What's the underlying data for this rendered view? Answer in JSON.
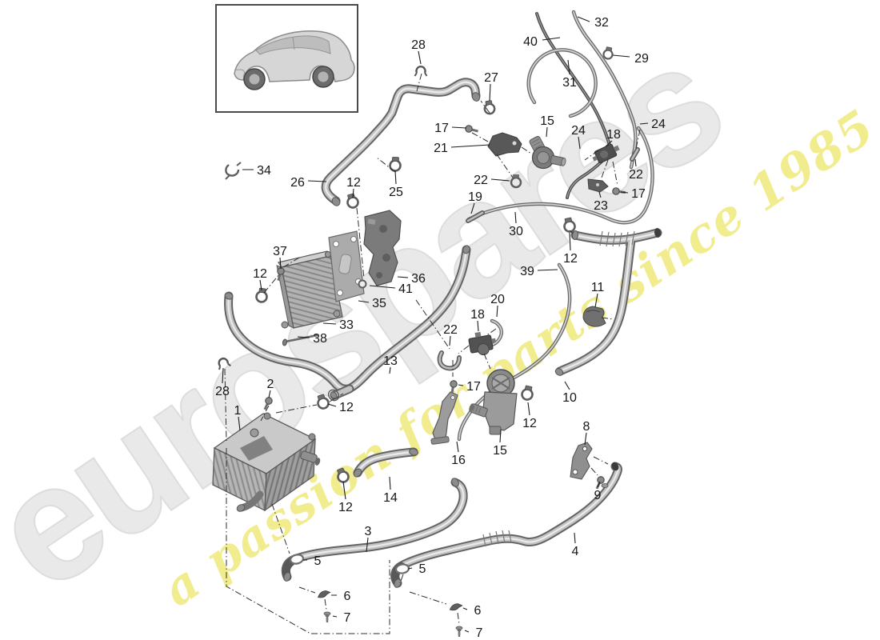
{
  "watermark": {
    "brand": "eurospares",
    "tagline": "a passion for parts since 1985",
    "brand_color": "#e9e9e9",
    "brand_stroke": "#dddddd",
    "tagline_color": "#f1ec8e"
  },
  "colors": {
    "background": "#ffffff",
    "line_art": "#1c1c1c",
    "hose_fill": "#c3c3c3",
    "hose_outline": "#646464"
  },
  "parts": {
    "n1": "1",
    "n2": "2",
    "n3": "3",
    "n4": "4",
    "n5": "5",
    "n6": "6",
    "n7": "7",
    "n8": "8",
    "n9": "9",
    "n10": "10",
    "n11": "11",
    "n12": "12",
    "n13": "13",
    "n14": "14",
    "n15": "15",
    "n16": "16",
    "n17": "17",
    "n18": "18",
    "n19": "19",
    "n20": "20",
    "n21": "21",
    "n22": "22",
    "n23": "23",
    "n24": "24",
    "n25": "25",
    "n26": "26",
    "n27": "27",
    "n28": "28",
    "n29": "29",
    "n30": "30",
    "n31": "31",
    "n32": "32",
    "n33": "33",
    "n34": "34",
    "n35": "35",
    "n36": "36",
    "n37": "37",
    "n38": "38",
    "n39": "39",
    "n40": "40",
    "n41": "41"
  }
}
